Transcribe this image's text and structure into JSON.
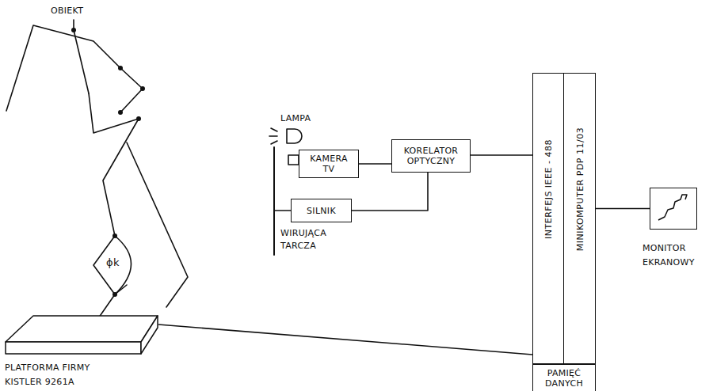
{
  "diagram": {
    "nodes": [
      {
        "text": [
          "PLATFORMA FIRMY KISTLER 9261A"
        ]
      },
      {
        "text": [
          "KAMERA TV"
        ]
      },
      {
        "text": [
          "KORELATOR OPTYCZNY"
        ]
      },
      {
        "text": [
          "SILNIK"
        ]
      },
      {
        "text": [
          "INTERFEJS IEEE - 488"
        ]
      },
      {
        "text": [
          "MINIKOMPUTER PDP 11/03"
        ]
      },
      {
        "text": [
          "PAMIĘĆ DANYCH"
        ]
      },
      {
        "text": [
          "MONITOR EKRANOWY"
        ]
      }
    ],
    "edges": [
      {
        "from": 0,
        "to": 4,
        "arrow": "none"
      },
      {
        "from": 1,
        "to": 2,
        "arrow": "none"
      },
      {
        "from": 3,
        "to": 2,
        "arrow": "none"
      },
      {
        "from": 2,
        "to": 4,
        "arrow": "none"
      },
      {
        "from": 5,
        "to": 7,
        "arrow": "none"
      }
    ],
    "labels": [
      "OBIEKT",
      "ϕk",
      "LAMPA",
      "WIRUJĄCA TARCZA"
    ]
  }
}
